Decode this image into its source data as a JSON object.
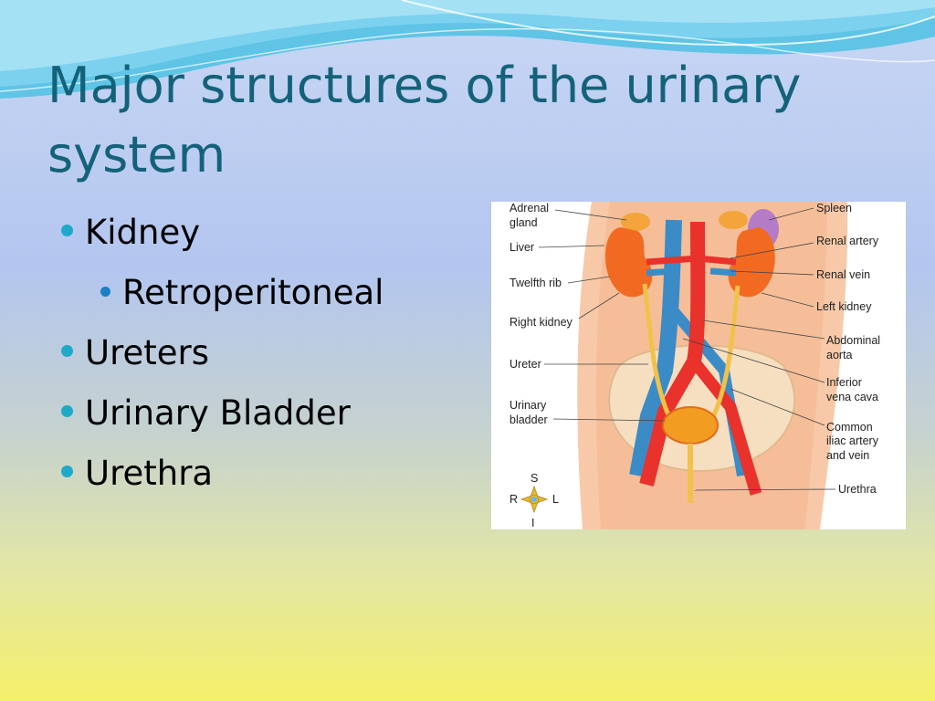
{
  "slide": {
    "title": "Major structures of the urinary system",
    "bullets": [
      {
        "text": "Kidney",
        "level": 1
      },
      {
        "text": "Retroperitoneal",
        "level": 2
      },
      {
        "text": "Ureters",
        "level": 1
      },
      {
        "text": "Urinary Bladder",
        "level": 1
      },
      {
        "text": "Urethra",
        "level": 1
      }
    ],
    "colors": {
      "title": "#14627a",
      "bullet_primary": "#1fa9c8",
      "bullet_secondary": "#1a7fc5"
    }
  },
  "figure": {
    "labels_left": {
      "adrenal_gland_1": "Adrenal",
      "adrenal_gland_2": "gland",
      "liver": "Liver",
      "twelfth_rib": "Twelfth rib",
      "right_kidney": "Right kidney",
      "ureter": "Ureter",
      "urinary_bladder_1": "Urinary",
      "urinary_bladder_2": "bladder"
    },
    "labels_right": {
      "spleen": "Spleen",
      "renal_artery": "Renal artery",
      "renal_vein": "Renal vein",
      "left_kidney": "Left kidney",
      "abdominal_aorta_1": "Abdominal",
      "abdominal_aorta_2": "aorta",
      "inferior_vena_cava_1": "Inferior",
      "inferior_vena_cava_2": "vena cava",
      "common_iliac_1": "Common",
      "common_iliac_2": "iliac artery",
      "common_iliac_3": "and vein",
      "urethra": "Urethra"
    },
    "compass": {
      "superior": "S",
      "inferior": "I",
      "right": "R",
      "left": "L"
    }
  }
}
